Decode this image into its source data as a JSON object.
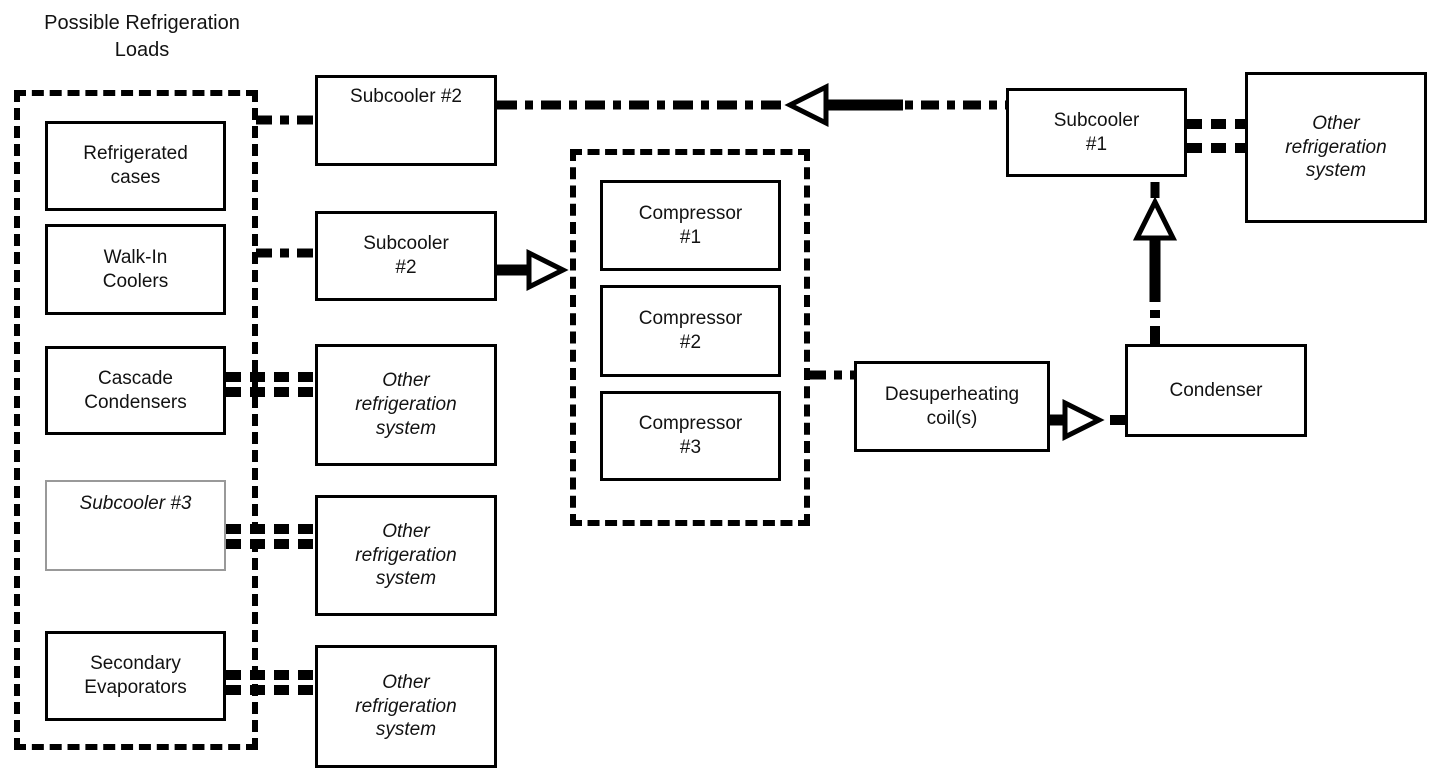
{
  "title": "Possible Refrigeration\nLoads",
  "nodes": {
    "refrigerated_cases": "Refrigerated\ncases",
    "walk_in_coolers": "Walk-In\nCoolers",
    "cascade_condensers": "Cascade\nCondensers",
    "subcooler_3": "Subcooler #3",
    "secondary_evaporators": "Secondary\nEvaporators",
    "subcooler_2_top": "Subcooler #2",
    "subcooler_2_mid": "Subcooler\n#2",
    "other_refrigeration_1": "Other\nrefrigeration\nsystem",
    "other_refrigeration_2": "Other\nrefrigeration\nsystem",
    "other_refrigeration_3": "Other\nrefrigeration\nsystem",
    "other_refrigeration_right": "Other\nrefrigeration\nsystem",
    "compressor_1": "Compressor\n#1",
    "compressor_2": "Compressor\n#2",
    "compressor_3": "Compressor\n#3",
    "desuperheating_coils": "Desuperheating\ncoil(s)",
    "condenser": "Condenser",
    "subcooler_1": "Subcooler\n#1"
  },
  "connections": [
    {
      "from": "possible-refrigeration-loads-group",
      "to": "subcooler-2-top",
      "style": "dash-dot",
      "arrow": "none"
    },
    {
      "from": "possible-refrigeration-loads-group",
      "to": "subcooler-2-middle",
      "style": "dash-dot",
      "arrow": "none"
    },
    {
      "from": "subcooler-2-middle",
      "to": "compressor-rack-group",
      "style": "solid",
      "arrow": "into-rack"
    },
    {
      "from": "subcooler-1",
      "to": "subcooler-2-top",
      "style": "dash-dot",
      "arrow": "toward-subcooler-2-top"
    },
    {
      "from": "compressor-rack-group",
      "to": "desuperheating-coils",
      "style": "dash-dot",
      "arrow": "none"
    },
    {
      "from": "desuperheating-coils",
      "to": "condenser",
      "style": "solid-then-dash",
      "arrow": "toward-condenser"
    },
    {
      "from": "condenser",
      "to": "subcooler-1",
      "style": "dash-dot",
      "arrow": "toward-subcooler-1"
    },
    {
      "from": "subcooler-1",
      "to": "other-refrigeration-right",
      "style": "double-dash",
      "arrow": "none"
    },
    {
      "from": "cascade-condensers",
      "to": "other-refrigeration-1",
      "style": "double-dash",
      "arrow": "none"
    },
    {
      "from": "subcooler-3",
      "to": "other-refrigeration-2",
      "style": "double-dash",
      "arrow": "none"
    },
    {
      "from": "secondary-evaporators",
      "to": "other-refrigeration-3",
      "style": "double-dash",
      "arrow": "none"
    }
  ],
  "colors": {
    "line": "#000000",
    "box_border": "#000000",
    "subcooler_3_border": "#999999",
    "background": "#ffffff"
  }
}
